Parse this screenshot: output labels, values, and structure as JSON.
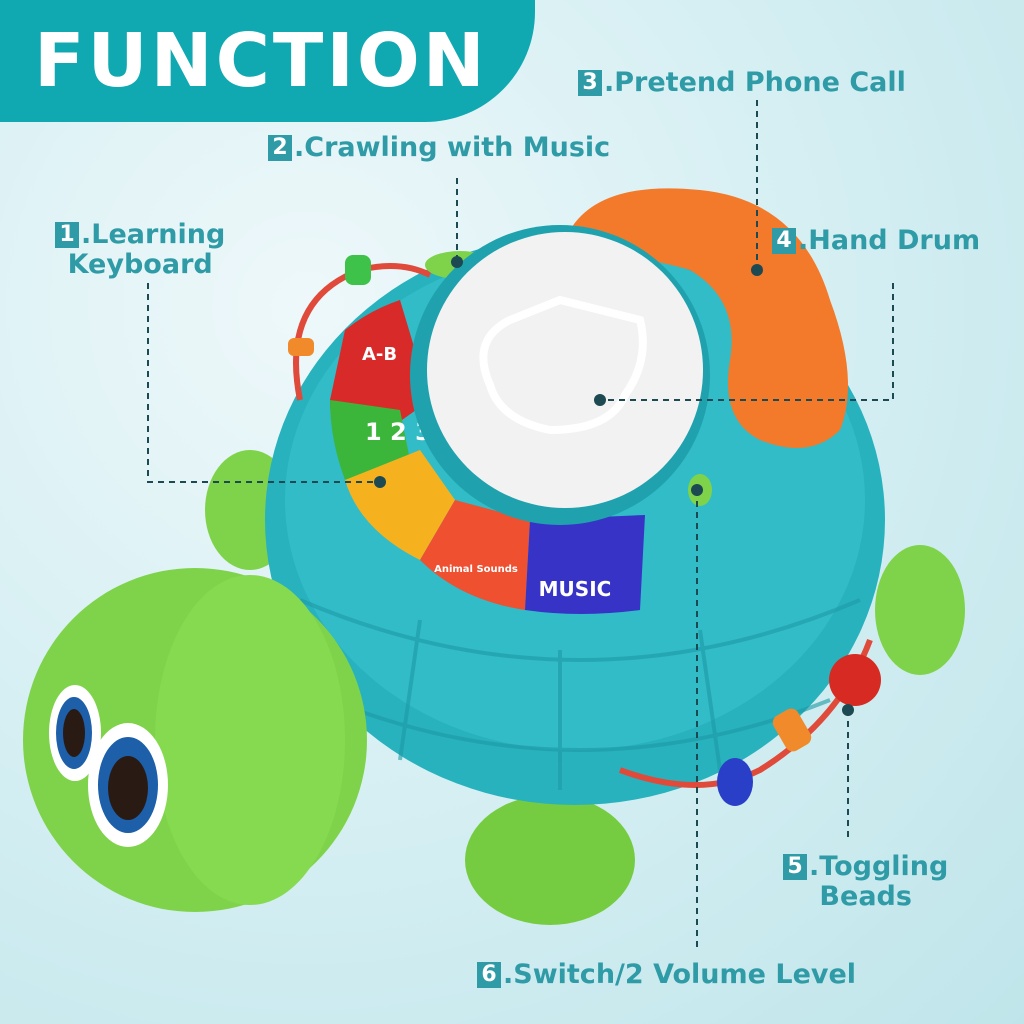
{
  "title": "FUNCTION",
  "colors": {
    "accent": "#10a9b2",
    "label": "#2f9ba7",
    "shell": "#27b2be",
    "body_green": "#7fd34a",
    "phone": "#f27a2a"
  },
  "features": [
    {
      "number": "1",
      "line1": ".Learning",
      "line2": "Keyboard"
    },
    {
      "number": "2",
      "line1": ".Crawling with Music"
    },
    {
      "number": "3",
      "line1": ".Pretend Phone Call"
    },
    {
      "number": "4",
      "line1": ".Hand Drum"
    },
    {
      "number": "5",
      "line1": ".Toggling",
      "line2": "Beads"
    },
    {
      "number": "6",
      "line1": ".Switch/2 Volume Level"
    }
  ],
  "keys": [
    "A-B",
    "1 2 3",
    "",
    "Animal Sounds",
    "MUSIC"
  ]
}
